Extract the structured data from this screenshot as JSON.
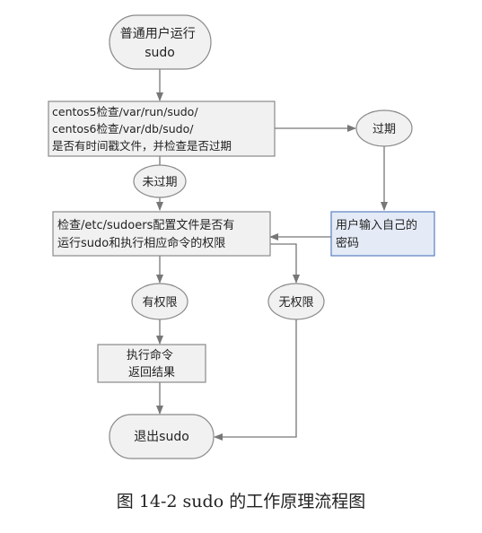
{
  "diagram": {
    "nodes": {
      "start": {
        "lines": [
          "普通用户运行",
          "sudo"
        ]
      },
      "check_ts": {
        "lines": [
          "centos5检查/var/run/sudo/",
          "centos6检查/var/db/sudo/",
          "是否有时间戳文件，并检查是否过期"
        ]
      },
      "expired": {
        "lines": [
          "过期"
        ]
      },
      "not_expired": {
        "lines": [
          "未过期"
        ]
      },
      "password": {
        "lines": [
          "用户输入自己的",
          "密码"
        ]
      },
      "check_sudoers": {
        "lines": [
          "检查/etc/sudoers配置文件是否有",
          "运行sudo和执行相应命令的权限"
        ]
      },
      "has_perm": {
        "lines": [
          "有权限"
        ]
      },
      "no_perm": {
        "lines": [
          "无权限"
        ]
      },
      "execute": {
        "lines": [
          "执行命令",
          "返回结果"
        ]
      },
      "exit": {
        "lines": [
          "退出sudo"
        ]
      }
    },
    "colors": {
      "box_fill": "#f1f1f1",
      "box_border": "#8a8a8a",
      "blue_fill": "#e4ebf7",
      "blue_border": "#5a7fbf",
      "arrow": "#777777",
      "text": "#222222"
    }
  },
  "caption": "图 14-2    sudo 的工作原理流程图"
}
